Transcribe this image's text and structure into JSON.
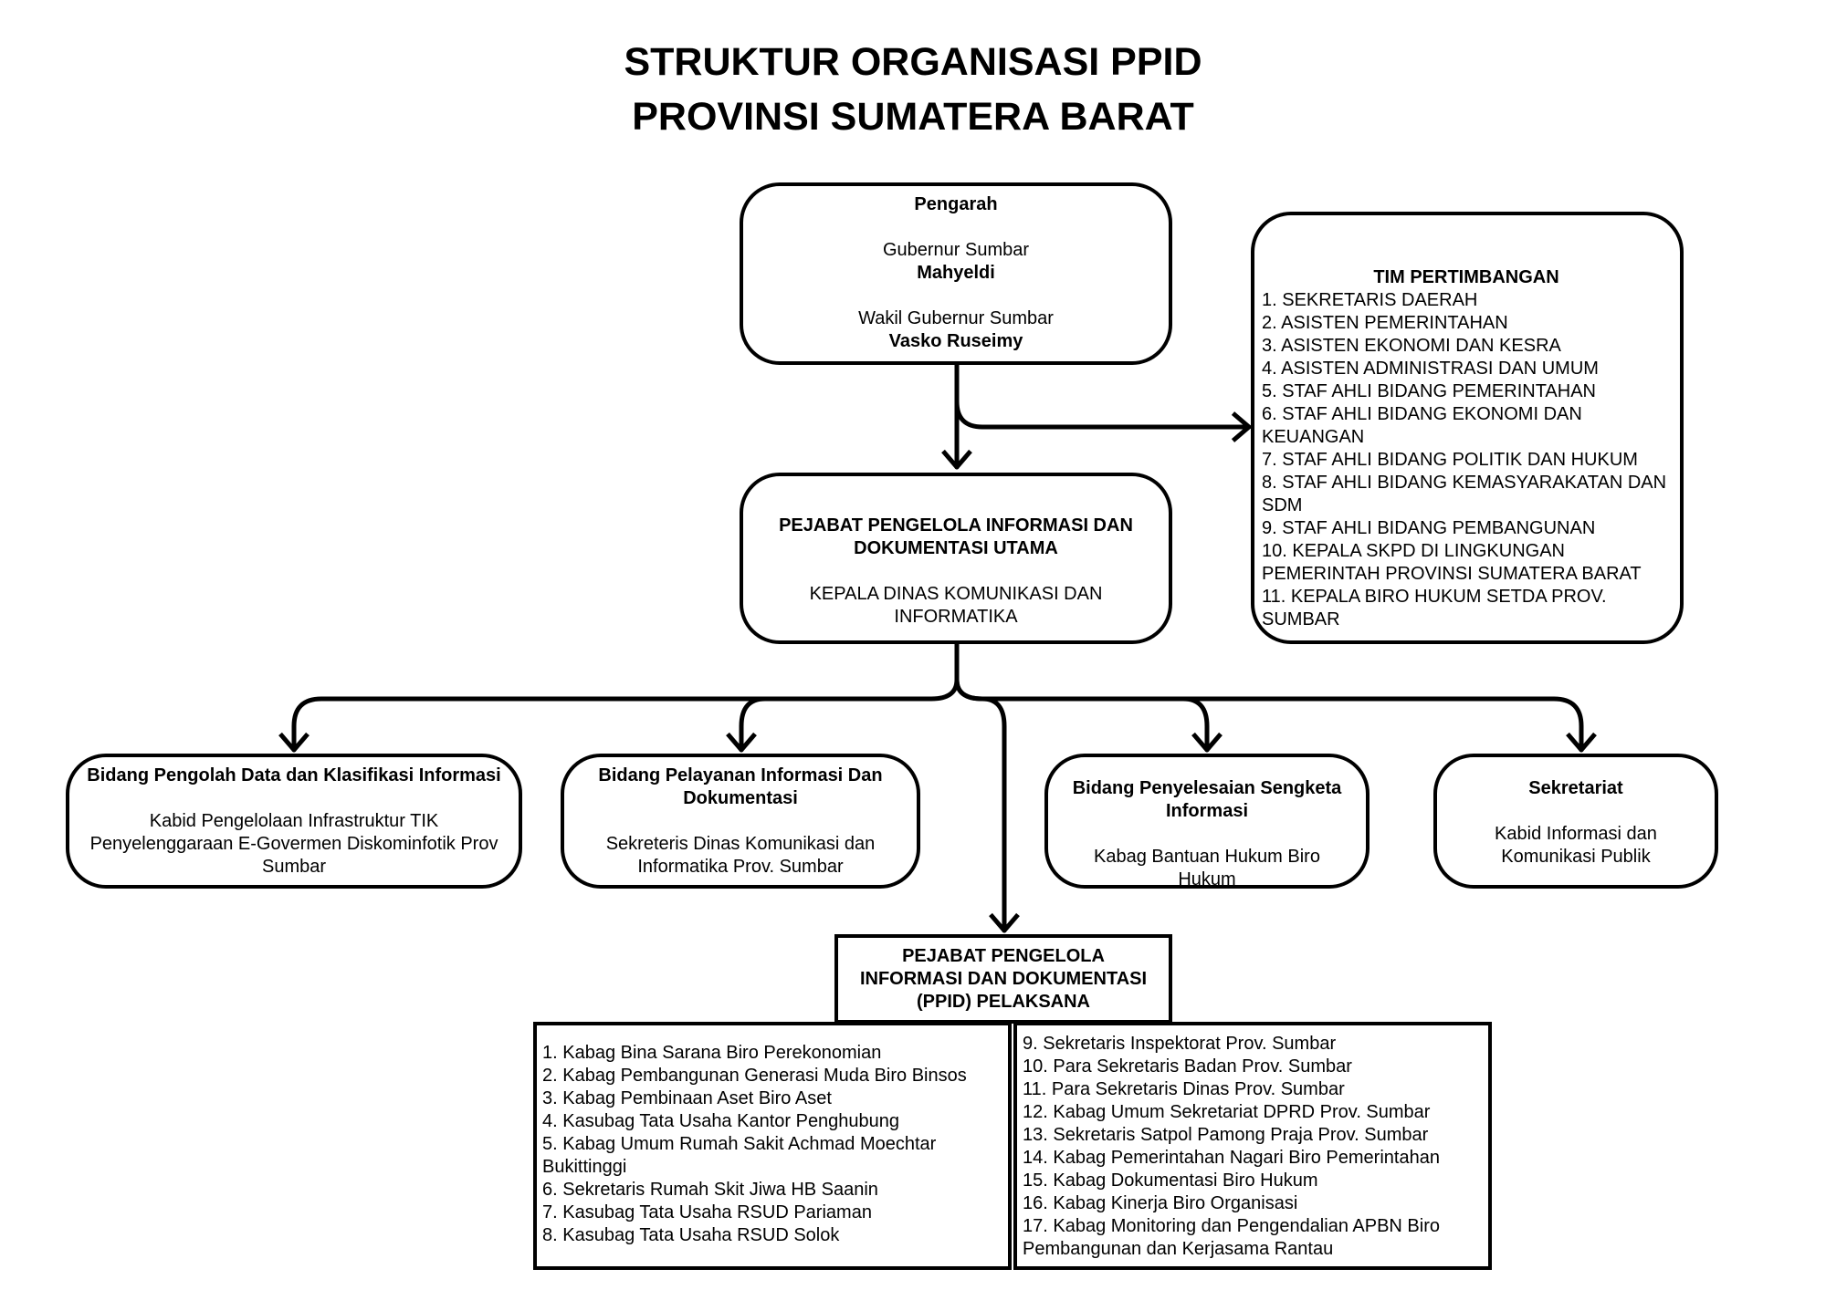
{
  "title": {
    "line1": "STRUKTUR ORGANISASI PPID",
    "line2": "PROVINSI SUMATERA BARAT"
  },
  "pengarah": {
    "heading": "Pengarah",
    "role1": "Gubernur Sumbar",
    "name1": "Mahyeldi",
    "role2": "Wakil Gubernur Sumbar",
    "name2": "Vasko Ruseimy"
  },
  "tim": {
    "heading": "TIM PERTIMBANGAN",
    "items": [
      "1. SEKRETARIS DAERAH",
      "2. ASISTEN PEMERINTAHAN",
      "3. ASISTEN EKONOMI DAN KESRA",
      "4. ASISTEN ADMINISTRASI DAN UMUM",
      "5. STAF AHLI BIDANG PEMERINTAHAN",
      "6. STAF AHLI BIDANG EKONOMI DAN KEUANGAN",
      "7. STAF AHLI BIDANG POLITIK DAN HUKUM",
      "8. STAF AHLI BIDANG KEMASYARAKATAN DAN SDM",
      "9. STAF AHLI BIDANG PEMBANGUNAN",
      "10. KEPALA SKPD DI LINGKUNGAN PEMERINTAH PROVINSI SUMATERA BARAT",
      "11. KEPALA BIRO HUKUM SETDA PROV. SUMBAR"
    ]
  },
  "utama": {
    "heading": "PEJABAT PENGELOLA INFORMASI DAN DOKUMENTASI UTAMA",
    "body": "KEPALA DINAS KOMUNIKASI DAN INFORMATIKA"
  },
  "bidang1": {
    "heading": "Bidang Pengolah Data dan Klasifikasi Informasi",
    "body": "Kabid Pengelolaan Infrastruktur TIK Penyelenggaraan E-Govermen Diskominfotik Prov Sumbar"
  },
  "bidang2": {
    "heading": "Bidang Pelayanan Informasi Dan Dokumentasi",
    "body": "Sekreteris Dinas Komunikasi dan Informatika Prov. Sumbar"
  },
  "bidang3": {
    "heading": "Bidang Penyelesaian Sengketa Informasi",
    "body": "Kabag Bantuan Hukum Biro Hukum"
  },
  "sekretariat": {
    "heading": "Sekretariat",
    "body": "Kabid Informasi dan Komunikasi Publik"
  },
  "pelaksana": {
    "heading": "PEJABAT PENGELOLA INFORMASI DAN DOKUMENTASI (PPID) PELAKSANA",
    "left_items": [
      "1. Kabag Bina Sarana Biro Perekonomian",
      "2. Kabag Pembangunan Generasi Muda Biro Binsos",
      "3. Kabag Pembinaan Aset Biro Aset",
      "4. Kasubag Tata Usaha Kantor Penghubung",
      "5. Kabag Umum Rumah Sakit Achmad Moechtar Bukittinggi",
      "6. Sekretaris Rumah Skit Jiwa HB Saanin",
      "7. Kasubag Tata Usaha RSUD Pariaman",
      "8. Kasubag Tata Usaha RSUD Solok"
    ],
    "right_items": [
      "9. Sekretaris Inspektorat Prov. Sumbar",
      "10. Para Sekretaris Badan Prov. Sumbar",
      "11. Para Sekretaris Dinas Prov. Sumbar",
      "12. Kabag Umum Sekretariat DPRD Prov. Sumbar",
      "13. Sekretaris Satpol Pamong Praja Prov. Sumbar",
      "14. Kabag Pemerintahan Nagari Biro Pemerintahan",
      "15. Kabag Dokumentasi Biro Hukum",
      "16. Kabag Kinerja Biro Organisasi",
      "17. Kabag Monitoring dan Pengendalian APBN Biro Pembangunan dan Kerjasama Rantau"
    ]
  }
}
